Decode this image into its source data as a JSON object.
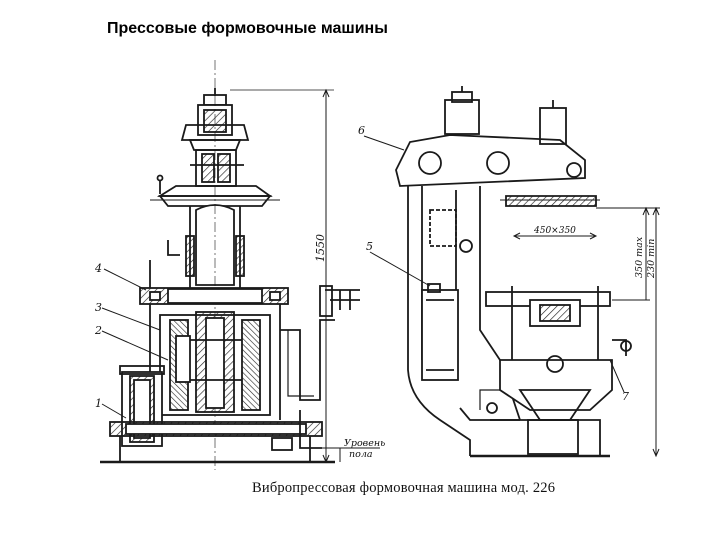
{
  "title": "Прессовые формовочные машины",
  "caption": "Вибропрессовая формовочная машина мод. 226",
  "callouts": {
    "n1": "1",
    "n2": "2",
    "n3": "3",
    "n4": "4",
    "n5": "5",
    "n6": "6",
    "n7": "7"
  },
  "dimensions": {
    "height_total": "1550",
    "table_size": "450×350",
    "stroke_max": "350 max",
    "stroke_min": "230 min",
    "floor_level_1": "Уровень",
    "floor_level_2": "пола"
  },
  "colors": {
    "ink": "#1a1a1a",
    "hatch": "#2a2a2a",
    "paper": "#ffffff"
  }
}
